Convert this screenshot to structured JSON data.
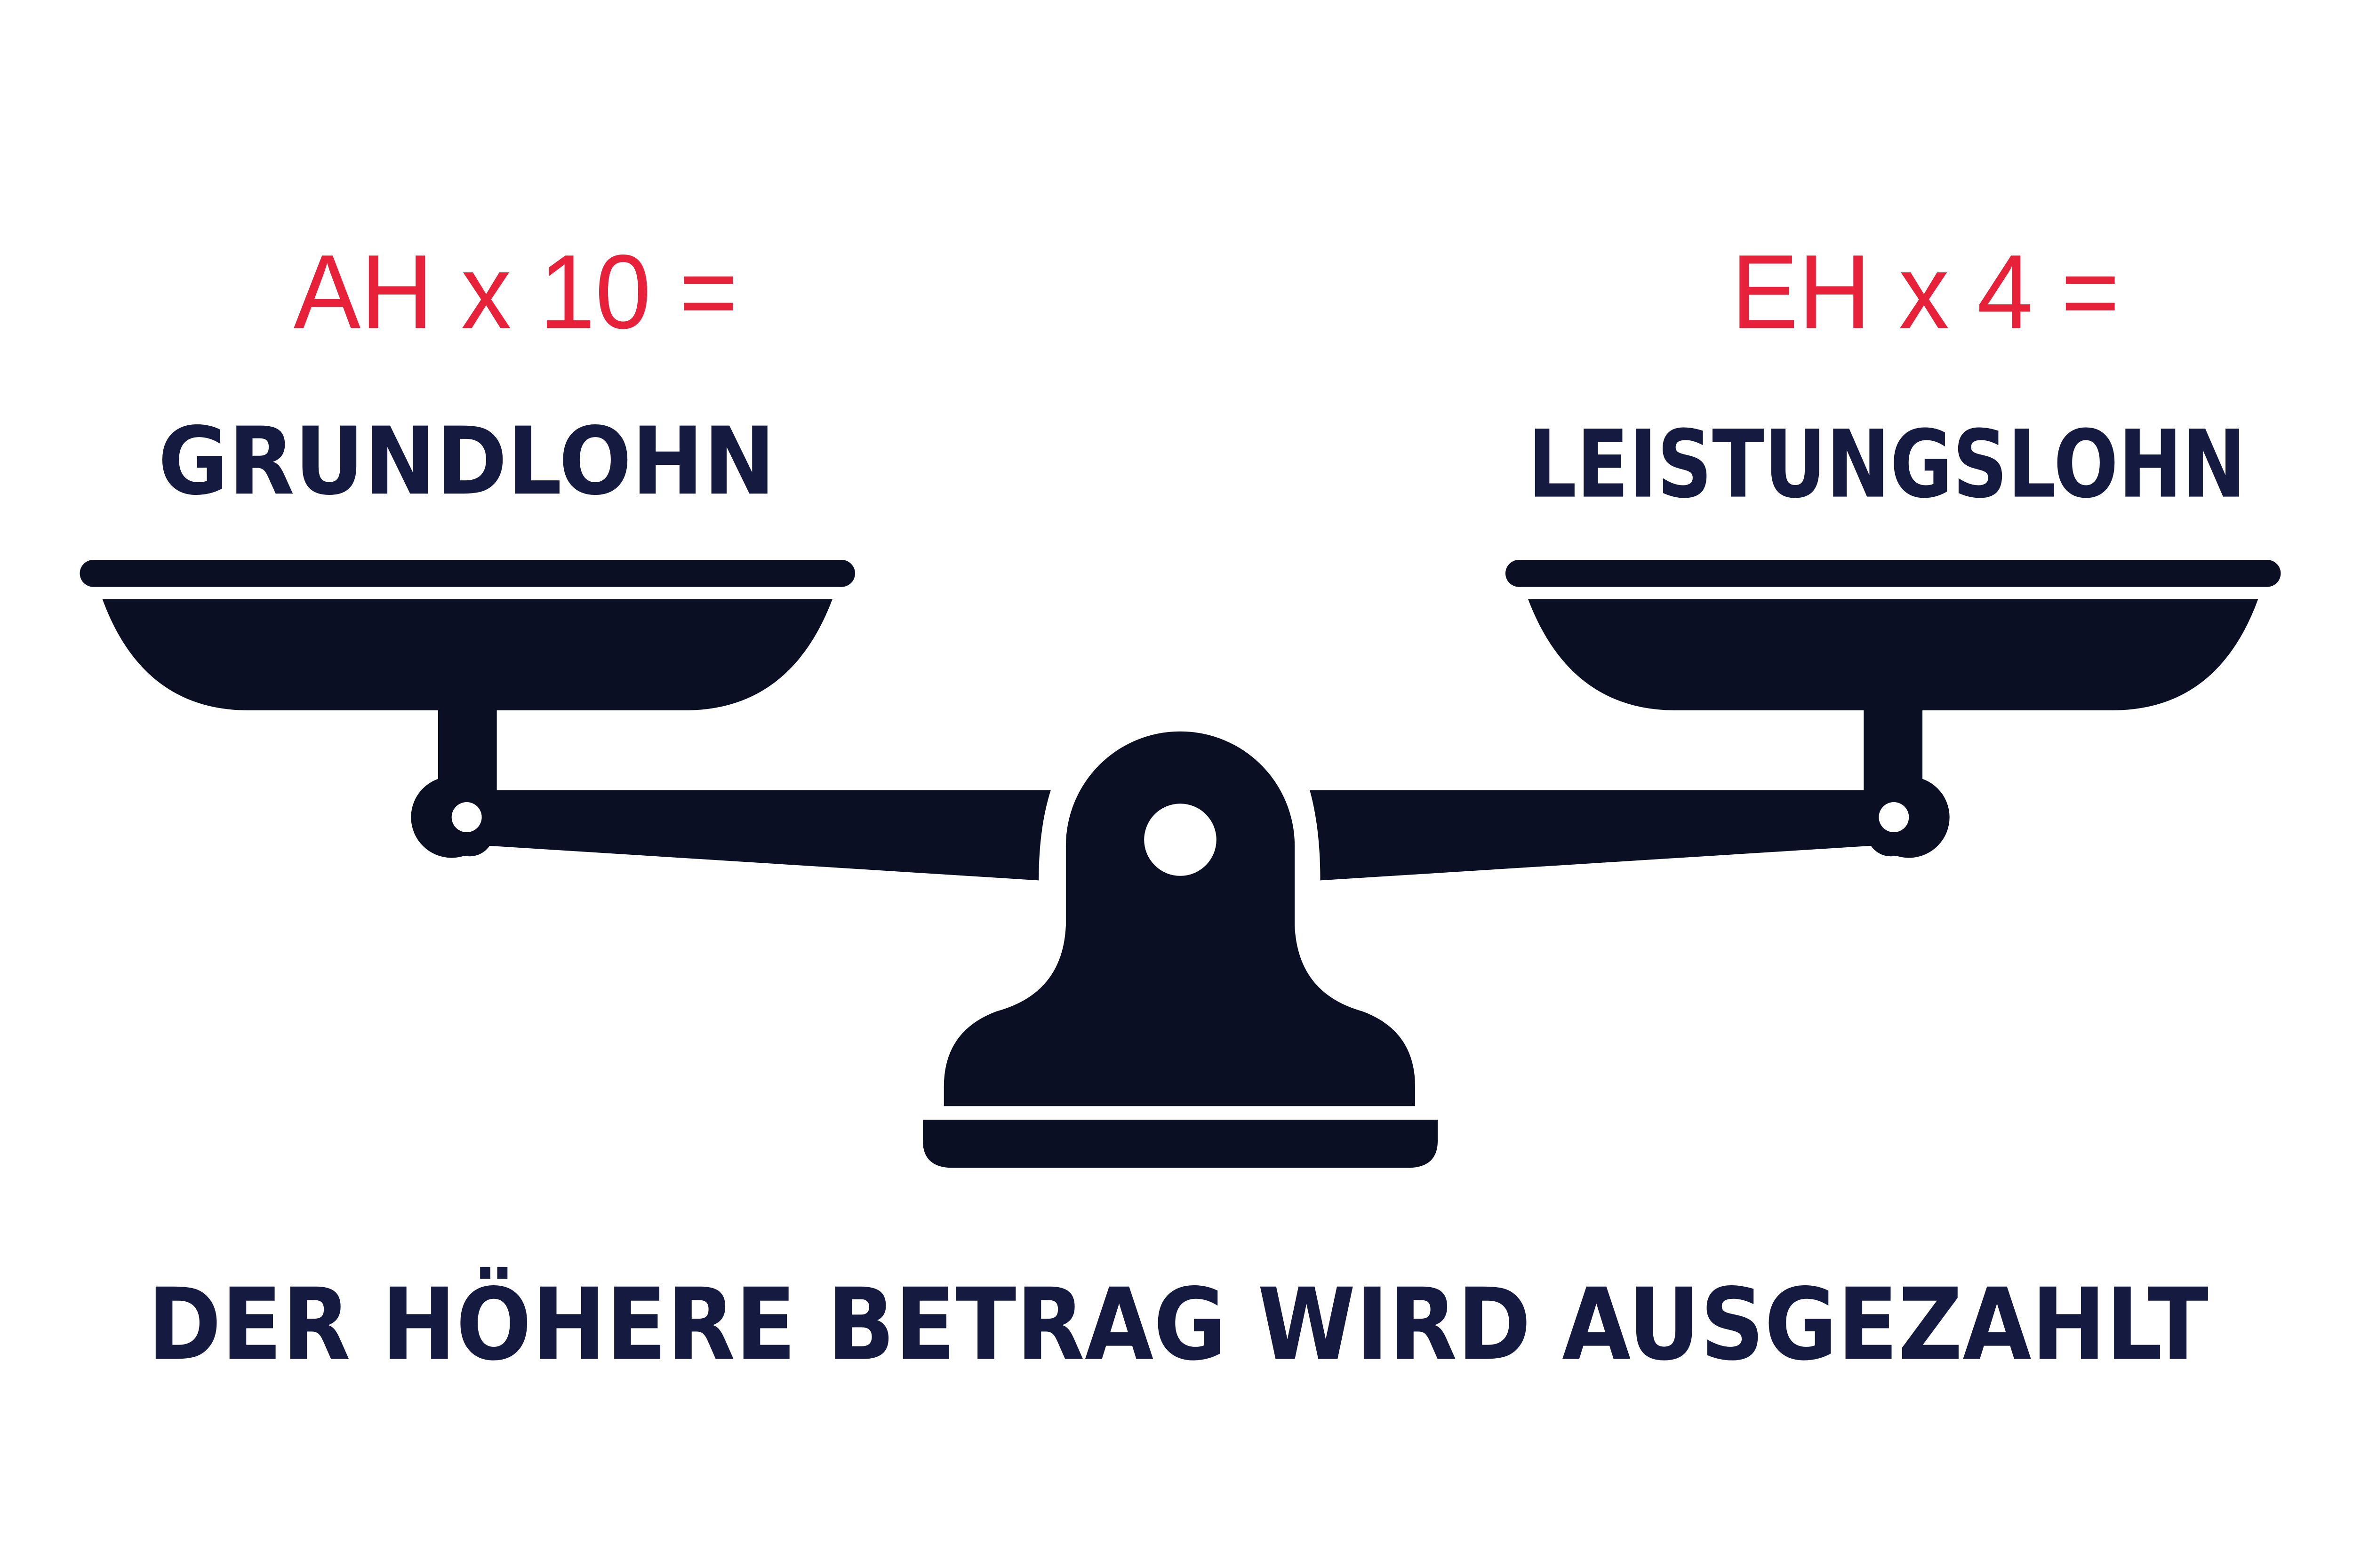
{
  "colors": {
    "formula": "#e8213a",
    "label": "#151b40",
    "scale": "#0a0f23",
    "background": "#ffffff"
  },
  "left": {
    "formula": "AH x 10 =",
    "label": "GRUNDLOHN"
  },
  "right": {
    "formula": "EH x 4 =",
    "label": "LEISTUNGSLOHN"
  },
  "footer": {
    "text": "DER HÖHERE BETRAG WIRD AUSGEZAHLT"
  },
  "icon": "balance-scale-icon"
}
